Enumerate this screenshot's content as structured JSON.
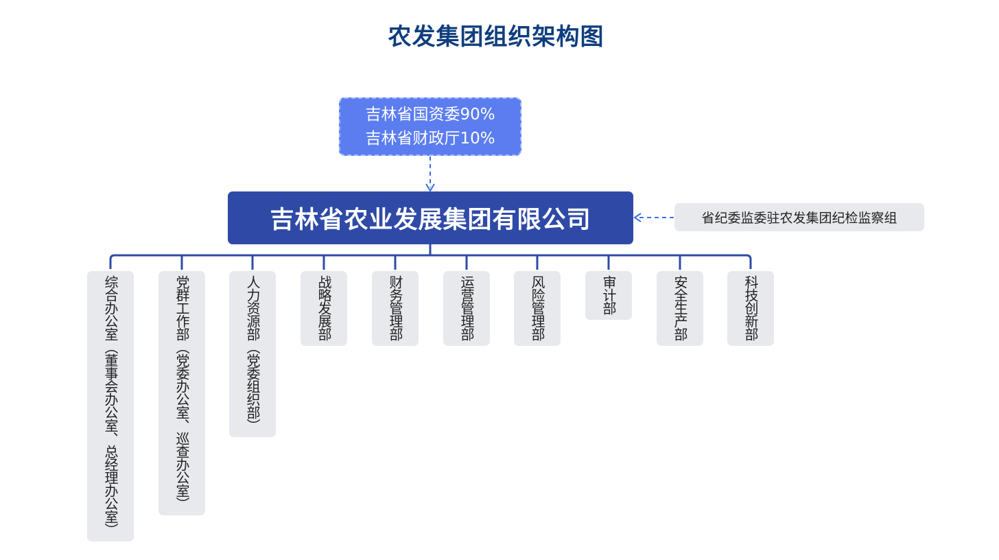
{
  "title": "农发集团组织架构图",
  "shareholders": {
    "line1": "吉林省国资委90%",
    "line2": "吉林省财政厅10%"
  },
  "company": {
    "name": "吉林省农业发展集团有限公司"
  },
  "supervisor": {
    "name": "省纪委监委驻农发集团纪检监察组"
  },
  "departments": [
    "综合办公室（董事会办公室、总经理办公室）",
    "党群工作部（党委办公室、巡查办公室）",
    "人力资源部（党委组织部）",
    "战略发展部",
    "财务管理部",
    "运营管理部",
    "风险管理部",
    "审计部",
    "安全生产部",
    "科技创新部"
  ],
  "colors": {
    "title": "#0f3e7e",
    "company": "#2f4aa6",
    "shareholders": "#5b7df0",
    "connector": "#2f4aa6",
    "dashed_arrow": "#3b6fe0",
    "dept_box": "#e7e9ec"
  }
}
